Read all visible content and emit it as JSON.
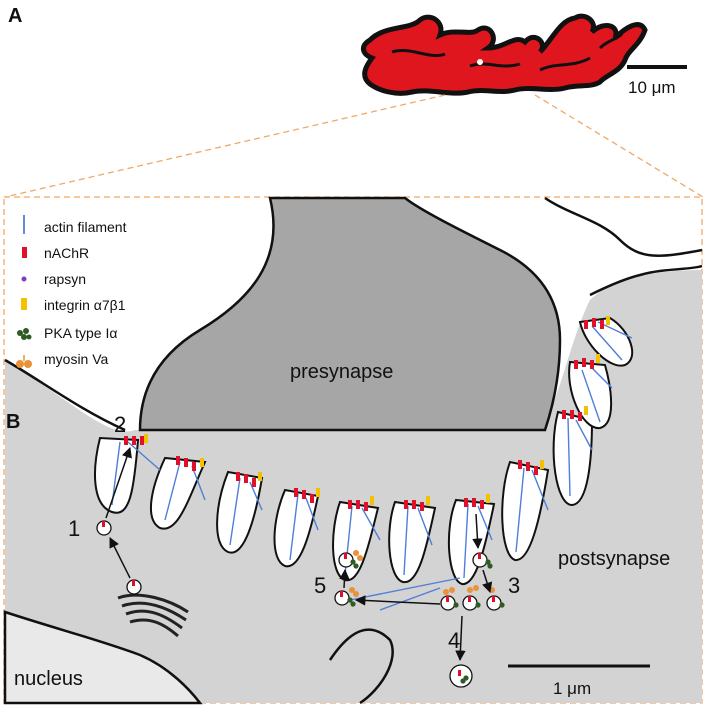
{
  "panels": {
    "a": "A",
    "b": "B"
  },
  "scalebars": {
    "top": "10 μm",
    "bottom": "1 μm"
  },
  "legend": {
    "items": [
      {
        "label": "actin filament",
        "icon": "actin-filament-icon",
        "color": "#4f7fd6"
      },
      {
        "label": "nAChR",
        "icon": "nachr-icon",
        "color": "#e0102a"
      },
      {
        "label": "rapsyn",
        "icon": "rapsyn-icon",
        "color": "#7b3fb8"
      },
      {
        "label": "integrin α7β1",
        "icon": "integrin-icon",
        "color": "#f2c200"
      },
      {
        "label": "PKA type Iα",
        "icon": "pka-icon",
        "color": "#2f5a24"
      },
      {
        "label": "myosin Va",
        "icon": "myosin-icon",
        "color": "#e8923a"
      }
    ]
  },
  "regions": {
    "presynapse": "presynapse",
    "postsynapse": "postsynapse",
    "nucleus": "nucleus"
  },
  "steps": [
    "1",
    "2",
    "3",
    "4",
    "5"
  ],
  "colors": {
    "presynapse": "#a6a6a6",
    "postsynapse": "#d3d3d3",
    "zoom_lines": "#f0a868",
    "receptor": "#e0102a"
  }
}
